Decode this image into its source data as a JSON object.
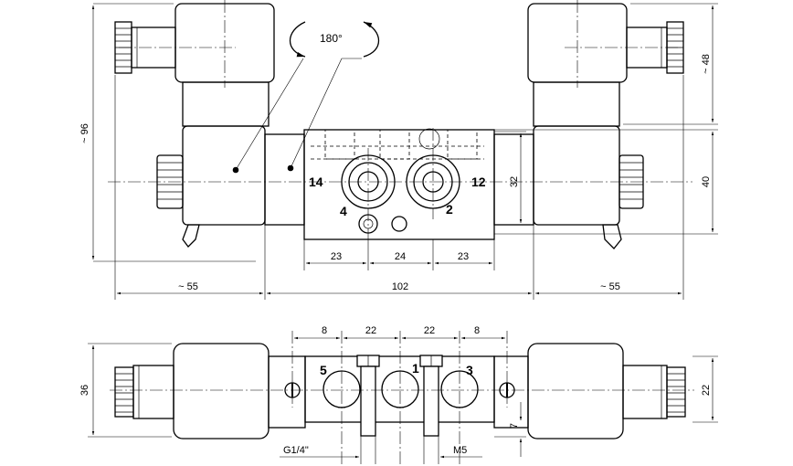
{
  "top_view": {
    "rotation_label": "180°",
    "ports": {
      "p14": "14",
      "p12": "12",
      "p4": "4",
      "p2": "2"
    },
    "dims": {
      "height_total": "~ 96",
      "height_coil": "~ 48",
      "height_body": "40",
      "port_spacing": "32",
      "seg_left": "23",
      "seg_mid": "24",
      "seg_right": "23",
      "width_body": "102",
      "width_left_coil": "~ 55",
      "width_right_coil": "~ 55"
    }
  },
  "bottom_view": {
    "ports": {
      "p5": "5",
      "p1": "1",
      "p3": "3"
    },
    "dims": {
      "height_total": "36",
      "height_body": "22",
      "depth": "7",
      "top_a": "8",
      "top_b": "22",
      "top_c": "22",
      "top_d": "8",
      "thread_main": "G1/4\"",
      "thread_pilot": "M5"
    }
  }
}
